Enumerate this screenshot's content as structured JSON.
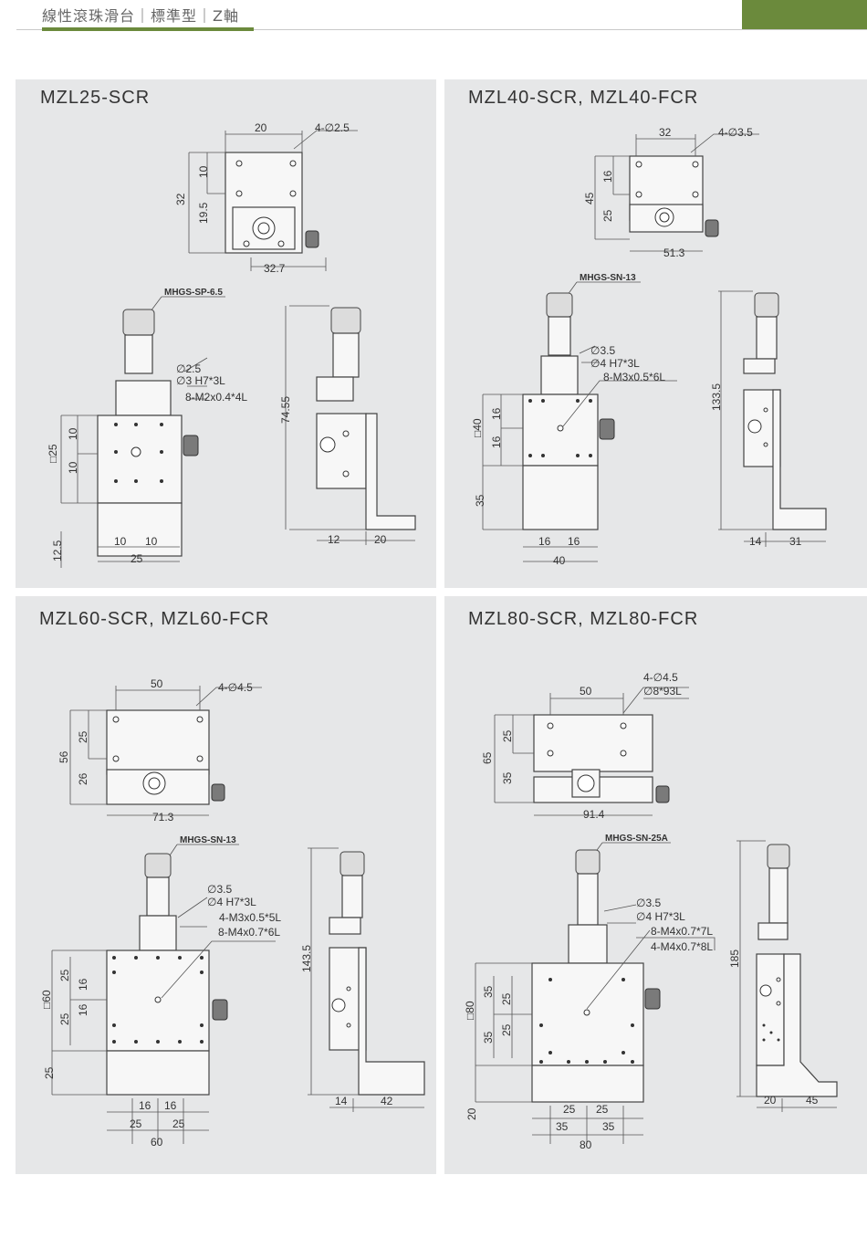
{
  "header": {
    "title": "線性滾珠滑台｜標準型｜Z軸"
  },
  "panels": {
    "p1": {
      "title": "MZL25-SCR",
      "top_view": {
        "width": "20",
        "holes": "4-∅2.5",
        "h_total": "32",
        "h_upper": "10",
        "h_lower": "19.5",
        "base_width": "32.7"
      },
      "micrometer": "MHGS-SP-6.5",
      "notes": [
        "∅2.5",
        "∅3 H7*3L",
        "8-M2x0.4*4L"
      ],
      "square": "□25",
      "side_a": "10",
      "side_b": "10",
      "bottom_offset": "12.5",
      "bottom_a": "10",
      "bottom_b": "10",
      "bottom_total": "25",
      "height": "74.55",
      "side_base_a": "12",
      "side_base_b": "20"
    },
    "p2": {
      "title": "MZL40-SCR, MZL40-FCR",
      "top_view": {
        "width": "32",
        "holes": "4-∅3.5",
        "h_total": "45",
        "h_upper": "16",
        "h_lower": "25",
        "base_width": "51.3"
      },
      "micrometer": "MHGS-SN-13",
      "notes": [
        "∅3.5",
        "∅4 H7*3L",
        "8-M3x0.5*6L"
      ],
      "square": "□40",
      "side_a": "16",
      "side_b": "16",
      "bottom_offset": "35",
      "bottom_a": "16",
      "bottom_b": "16",
      "bottom_total": "40",
      "height": "133.5",
      "side_base_a": "14",
      "side_base_b": "31"
    },
    "p3": {
      "title": "MZL60-SCR, MZL60-FCR",
      "top_view": {
        "width": "50",
        "holes": "4-∅4.5",
        "h_total": "56",
        "h_upper": "25",
        "h_lower": "26",
        "base_width": "71.3"
      },
      "micrometer": "MHGS-SN-13",
      "notes": [
        "∅3.5",
        "∅4 H7*3L",
        "4-M3x0.5*5L",
        "8-M4x0.7*6L"
      ],
      "square": "□60",
      "side_a": "25",
      "side_b": "16",
      "side_c": "16",
      "side_d": "25",
      "bottom_offset": "25",
      "bottom_a": "16",
      "bottom_b": "16",
      "bottom_c": "25",
      "bottom_d": "25",
      "bottom_total": "60",
      "height": "143.5",
      "side_base_a": "14",
      "side_base_b": "42"
    },
    "p4": {
      "title": "MZL80-SCR, MZL80-FCR",
      "top_view": {
        "width": "50",
        "holes": "4-∅4.5",
        "holes2": "∅8*93L",
        "h_total": "65",
        "h_upper": "25",
        "h_lower": "35",
        "base_width": "91.4"
      },
      "micrometer": "MHGS-SN-25A",
      "notes": [
        "∅3.5",
        "∅4 H7*3L",
        "8-M4x0.7*7L",
        "4-M4x0.7*8L"
      ],
      "square": "□80",
      "side_a": "35",
      "side_b": "25",
      "side_c": "35",
      "side_d": "25",
      "bottom_offset": "20",
      "bottom_a": "25",
      "bottom_b": "25",
      "bottom_c": "35",
      "bottom_d": "35",
      "bottom_total": "80",
      "height": "185",
      "side_base_a": "20",
      "side_base_b": "45"
    }
  }
}
